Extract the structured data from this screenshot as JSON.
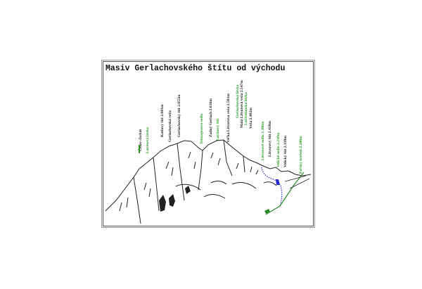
{
  "title": "Masiv Gerlachovského štítu od východu",
  "labels": [
    {
      "text": "Četov chrbát",
      "color": "black"
    },
    {
      "text": "Lavínová lávka",
      "color": "green"
    },
    {
      "text": "Kotlový štít 2.601m",
      "color": "black"
    },
    {
      "text": "Gerlachovská veža",
      "color": "black"
    },
    {
      "text": "Gerlachovský štít 2.655m",
      "color": "black"
    },
    {
      "text": "Tetmajerovo sedlo",
      "color": "green"
    },
    {
      "text": "Zadný Gerlach 2.616m",
      "color": "black"
    },
    {
      "text": "Lavínový štít",
      "color": "green"
    },
    {
      "text": "Veľká Litvorova veža 2.581m",
      "color": "black"
    },
    {
      "text": "Gerlachovská lávka",
      "color": "green"
    },
    {
      "text": "Malá Litvorová veža 2.547m",
      "color": "black"
    },
    {
      "text": "Lučivnianská lávka",
      "color": "green"
    },
    {
      "text": "Veža 2.492m",
      "color": "black"
    },
    {
      "text": "Litvorové sedlo 2.386m",
      "color": "green"
    },
    {
      "text": "Litvorový štít 2.418m",
      "color": "black"
    },
    {
      "text": "Velické sedlo 2.239m",
      "color": "green"
    },
    {
      "text": "Velický štít 2.318m",
      "color": "black"
    },
    {
      "text": "Poľský hrebeň 2.200m",
      "color": "green"
    }
  ],
  "colors": {
    "green": "#2a9a2a",
    "blue": "#2a2ad0",
    "black": "#222222"
  }
}
